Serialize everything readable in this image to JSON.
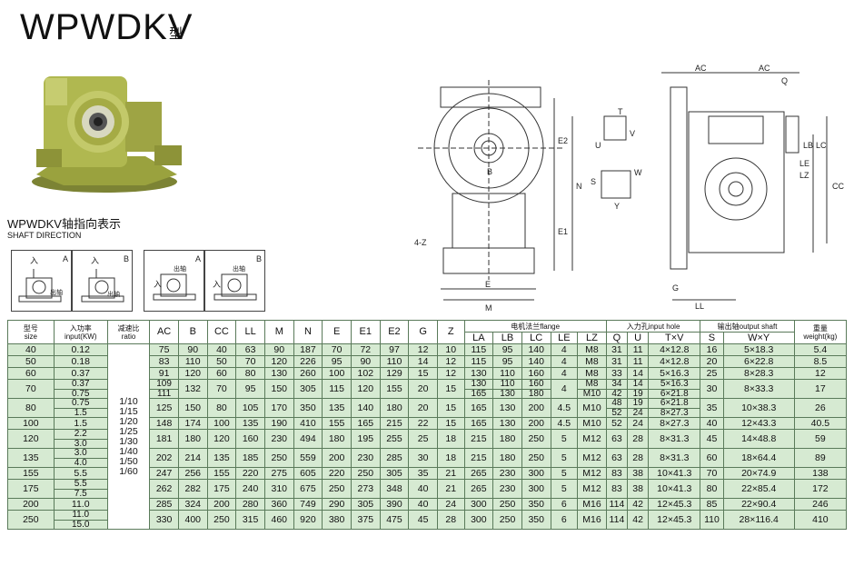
{
  "header": {
    "title": "WPWDKV",
    "suffix": "型"
  },
  "direction": {
    "title": "WPWDKV轴指向表示",
    "subtitle": "SHAFT DIRECTION",
    "boxes": [
      {
        "a": "入",
        "b": "A",
        "c": "出轴"
      },
      {
        "a": "入",
        "b": "B",
        "c": "出轴"
      },
      {
        "a": "出轴",
        "b": "A",
        "c": "入"
      },
      {
        "a": "出轴",
        "b": "B",
        "c": "入"
      }
    ]
  },
  "drawing_labels": {
    "ac": "AC",
    "q": "Q",
    "t": "T",
    "u": "U",
    "v": "V",
    "w": "W",
    "y": "Y",
    "s": "S",
    "lb": "LB",
    "lc": "LC",
    "le": "LE",
    "lz": "LZ",
    "cc": "CC",
    "ll": "LL",
    "e": "E",
    "e1": "E1",
    "e2": "E2",
    "m": "M",
    "n": "N",
    "g": "G",
    "z4": "4-Z",
    "b": "B"
  },
  "table": {
    "headers": {
      "size_cn": "型号",
      "size_en": "size",
      "input_cn": "入功率",
      "input_en": "input(KW)",
      "ratio_cn": "减速比",
      "ratio_en": "ratio",
      "ac": "AC",
      "b": "B",
      "cc": "CC",
      "ll": "LL",
      "m": "M",
      "n": "N",
      "e": "E",
      "e1": "E1",
      "e2": "E2",
      "g": "G",
      "z": "Z",
      "flange": "电机法兰flange",
      "inputhole": "入力孔input hole",
      "outshaft": "输出轴output shaft",
      "weight_cn": "重量",
      "weight_en": "weight(kg)",
      "la": "LA",
      "lb": "LB",
      "lc": "LC",
      "le": "LE",
      "lz": "LZ",
      "q": "Q",
      "u": "U",
      "txv": "T×V",
      "s": "S",
      "wxy": "W×Y"
    },
    "ratios": [
      "1/10",
      "1/15",
      "1/20",
      "1/25",
      "1/30",
      "1/40",
      "1/50",
      "1/60"
    ],
    "rows": [
      {
        "size": "40",
        "input": [
          "0.12"
        ],
        "ac": "75",
        "b": "90",
        "cc": "40",
        "ll": "63",
        "m": "90",
        "n": "187",
        "e": "70",
        "e1": "72",
        "e2": "97",
        "g": "12",
        "z": "10",
        "la": [
          "115"
        ],
        "lb": [
          "95"
        ],
        "lc": [
          "140"
        ],
        "le": "4",
        "lz": [
          "M8"
        ],
        "q": [
          "31"
        ],
        "u": [
          "11"
        ],
        "txv": [
          "4×12.8"
        ],
        "s": "16",
        "wxy": "5×18.3",
        "weight": "5.4"
      },
      {
        "size": "50",
        "input": [
          "0.18"
        ],
        "ac": "83",
        "b": "110",
        "cc": "50",
        "ll": "70",
        "m": "120",
        "n": "226",
        "e": "95",
        "e1": "90",
        "e2": "110",
        "g": "14",
        "z": "12",
        "la": [
          "115"
        ],
        "lb": [
          "95"
        ],
        "lc": [
          "140"
        ],
        "le": "4",
        "lz": [
          "M8"
        ],
        "q": [
          "31"
        ],
        "u": [
          "11"
        ],
        "txv": [
          "4×12.8"
        ],
        "s": "20",
        "wxy": "6×22.8",
        "weight": "8.5"
      },
      {
        "size": "60",
        "input": [
          "0.37"
        ],
        "ac": "91",
        "b": "120",
        "cc": "60",
        "ll": "80",
        "m": "130",
        "n": "260",
        "e": "100",
        "e1": "102",
        "e2": "129",
        "g": "15",
        "z": "12",
        "la": [
          "130"
        ],
        "lb": [
          "110"
        ],
        "lc": [
          "160"
        ],
        "le": "4",
        "lz": [
          "M8"
        ],
        "q": [
          "33"
        ],
        "u": [
          "14"
        ],
        "txv": [
          "5×16.3"
        ],
        "s": "25",
        "wxy": "8×28.3",
        "weight": "12"
      },
      {
        "size": "70",
        "input": [
          "0.37",
          "0.75"
        ],
        "ac": [
          "109",
          "111"
        ],
        "b": "132",
        "cc": "70",
        "ll": "95",
        "m": "150",
        "n": "305",
        "e": "115",
        "e1": "120",
        "e2": "155",
        "g": "20",
        "z": "15",
        "la": [
          "130",
          "165"
        ],
        "lb": [
          "110",
          "130"
        ],
        "lc": [
          "160",
          "180"
        ],
        "le": "4",
        "lz": [
          "M8",
          "M10"
        ],
        "q": [
          "34",
          "42"
        ],
        "u": [
          "14",
          "19"
        ],
        "txv": [
          "5×16.3",
          "6×21.8"
        ],
        "s": "30",
        "wxy": "8×33.3",
        "weight": "17"
      },
      {
        "size": "80",
        "input": [
          "0.75",
          "1.5"
        ],
        "ac": "125",
        "b": "150",
        "cc": "80",
        "ll": "105",
        "m": "170",
        "n": "350",
        "e": "135",
        "e1": "140",
        "e2": "180",
        "g": "20",
        "z": "15",
        "la": [
          "165"
        ],
        "lb": [
          "130"
        ],
        "lc": [
          "200"
        ],
        "le": "4.5",
        "lz": [
          "M10"
        ],
        "q": [
          "48",
          "52"
        ],
        "u": [
          "19",
          "24"
        ],
        "txv": [
          "6×21.8",
          "8×27.3"
        ],
        "s": "35",
        "wxy": "10×38.3",
        "weight": "26"
      },
      {
        "size": "100",
        "input": [
          "1.5"
        ],
        "ac": "148",
        "b": "174",
        "cc": "100",
        "ll": "135",
        "m": "190",
        "n": "410",
        "e": "155",
        "e1": "165",
        "e2": "215",
        "g": "22",
        "z": "15",
        "la": [
          "165"
        ],
        "lb": [
          "130"
        ],
        "lc": [
          "200"
        ],
        "le": "4.5",
        "lz": [
          "M10"
        ],
        "q": [
          "52"
        ],
        "u": [
          "24"
        ],
        "txv": [
          "8×27.3"
        ],
        "s": "40",
        "wxy": "12×43.3",
        "weight": "40.5"
      },
      {
        "size": "120",
        "input": [
          "2.2",
          "3.0"
        ],
        "ac": "181",
        "b": "180",
        "cc": "120",
        "ll": "160",
        "m": "230",
        "n": "494",
        "e": "180",
        "e1": "195",
        "e2": "255",
        "g": "25",
        "z": "18",
        "la": [
          "215"
        ],
        "lb": [
          "180"
        ],
        "lc": [
          "250"
        ],
        "le": "5",
        "lz": [
          "M12"
        ],
        "q": [
          "63"
        ],
        "u": [
          "28"
        ],
        "txv": [
          "8×31.3"
        ],
        "s": "45",
        "wxy": "14×48.8",
        "weight": "59"
      },
      {
        "size": "135",
        "input": [
          "3.0",
          "4.0"
        ],
        "ac": "202",
        "b": "214",
        "cc": "135",
        "ll": "185",
        "m": "250",
        "n": "559",
        "e": "200",
        "e1": "230",
        "e2": "285",
        "g": "30",
        "z": "18",
        "la": [
          "215"
        ],
        "lb": [
          "180"
        ],
        "lc": [
          "250"
        ],
        "le": "5",
        "lz": [
          "M12"
        ],
        "q": [
          "63"
        ],
        "u": [
          "28"
        ],
        "txv": [
          "8×31.3"
        ],
        "s": "60",
        "wxy": "18×64.4",
        "weight": "89"
      },
      {
        "size": "155",
        "input": [
          "5.5"
        ],
        "ac": "247",
        "b": "256",
        "cc": "155",
        "ll": "220",
        "m": "275",
        "n": "605",
        "e": "220",
        "e1": "250",
        "e2": "305",
        "g": "35",
        "z": "21",
        "la": [
          "265"
        ],
        "lb": [
          "230"
        ],
        "lc": [
          "300"
        ],
        "le": "5",
        "lz": [
          "M12"
        ],
        "q": [
          "83"
        ],
        "u": [
          "38"
        ],
        "txv": [
          "10×41.3"
        ],
        "s": "70",
        "wxy": "20×74.9",
        "weight": "138"
      },
      {
        "size": "175",
        "input": [
          "5.5",
          "7.5"
        ],
        "ac": "262",
        "b": "282",
        "cc": "175",
        "ll": "240",
        "m": "310",
        "n": "675",
        "e": "250",
        "e1": "273",
        "e2": "348",
        "g": "40",
        "z": "21",
        "la": [
          "265"
        ],
        "lb": [
          "230"
        ],
        "lc": [
          "300"
        ],
        "le": "5",
        "lz": [
          "M12"
        ],
        "q": [
          "83"
        ],
        "u": [
          "38"
        ],
        "txv": [
          "10×41.3"
        ],
        "s": "80",
        "wxy": "22×85.4",
        "weight": "172"
      },
      {
        "size": "200",
        "input": [
          "11.0"
        ],
        "ac": "285",
        "b": "324",
        "cc": "200",
        "ll": "280",
        "m": "360",
        "n": "749",
        "e": "290",
        "e1": "305",
        "e2": "390",
        "g": "40",
        "z": "24",
        "la": [
          "300"
        ],
        "lb": [
          "250"
        ],
        "lc": [
          "350"
        ],
        "le": "6",
        "lz": [
          "M16"
        ],
        "q": [
          "114"
        ],
        "u": [
          "42"
        ],
        "txv": [
          "12×45.3"
        ],
        "s": "85",
        "wxy": "22×90.4",
        "weight": "246"
      },
      {
        "size": "250",
        "input": [
          "11.0",
          "15.0"
        ],
        "ac": "330",
        "b": "400",
        "cc": "250",
        "ll": "315",
        "m": "460",
        "n": "920",
        "e": "380",
        "e1": "375",
        "e2": "475",
        "g": "45",
        "z": "28",
        "la": [
          "300"
        ],
        "lb": [
          "250"
        ],
        "lc": [
          "350"
        ],
        "le": "6",
        "lz": [
          "M16"
        ],
        "q": [
          "114"
        ],
        "u": [
          "42"
        ],
        "txv": [
          "12×45.3"
        ],
        "s": "110",
        "wxy": "28×116.4",
        "weight": "410"
      }
    ]
  },
  "colors": {
    "row_fill": "#d6ead2",
    "border": "#5a7a5a",
    "gear_green": "#a8b04a"
  }
}
